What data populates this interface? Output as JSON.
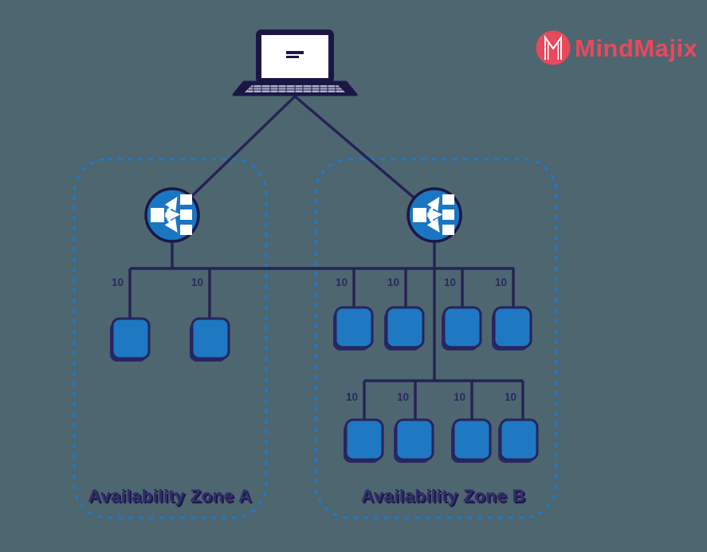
{
  "page": {
    "background_color": "#4d6670",
    "type": "architecture-diagram"
  },
  "logo": {
    "brand": "MindMajix",
    "color": "#e8495b",
    "icon": "mindmajix-m-circle"
  },
  "colors": {
    "connector_navy": "#262254",
    "laptop_navy": "#1b1745",
    "node_blue": "#1e79c2",
    "elb_blue": "#1a76c2",
    "zone_border_blue": "#1e7acd",
    "text_navy": "#2b2861",
    "label_navy": "#312e6b"
  },
  "client": {
    "icon": "laptop",
    "connects_to": [
      "elb-a",
      "elb-b"
    ]
  },
  "zones": {
    "a": {
      "label": "Availability Zone A",
      "load_balancer": "elastic-load-balancer",
      "instance_count": 2,
      "weights": [
        "10",
        "10"
      ]
    },
    "b": {
      "label": "Availability Zone B",
      "load_balancer": "elastic-load-balancer",
      "instance_count": 8,
      "row1_weights": [
        "10",
        "10",
        "10",
        "10"
      ],
      "row2_weights": [
        "10",
        "10",
        "10",
        "10"
      ]
    }
  }
}
